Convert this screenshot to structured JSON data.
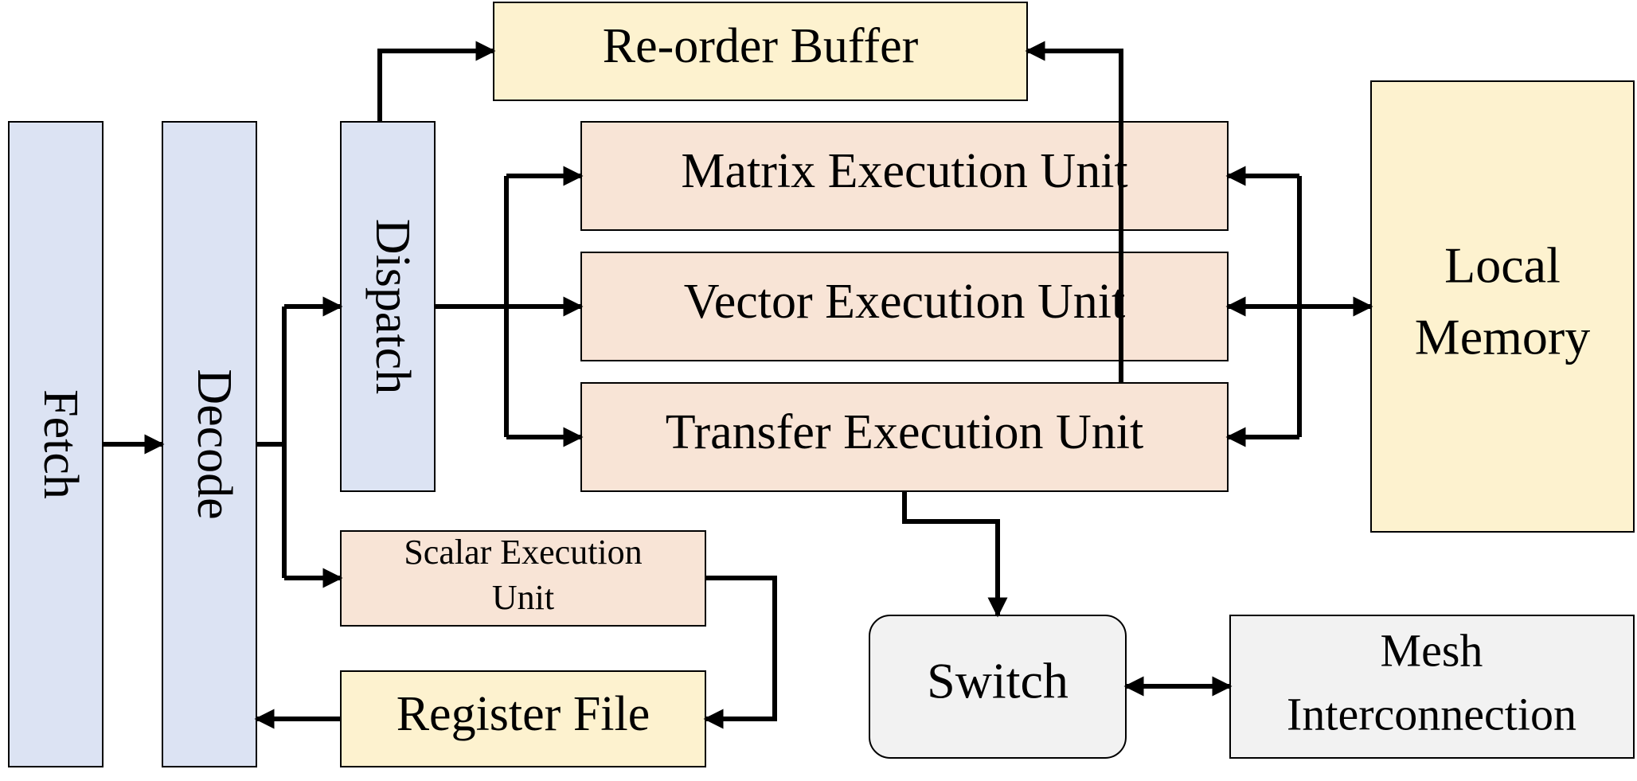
{
  "colors": {
    "pipeline_blue": "#dce3f3",
    "execution_peach": "#f8e4d6",
    "storage_yellow": "#fdf2cf",
    "network_gray": "#f2f2f2",
    "outline": "#000000",
    "arrow": "#000000"
  },
  "blocks": {
    "fetch": "Fetch",
    "decode": "Decode",
    "dispatch": "Dispatch",
    "reorder_buffer": "Re-order Buffer",
    "matrix_unit": "Matrix Execution Unit",
    "vector_unit": "Vector Execution Unit",
    "transfer_unit": "Transfer Execution Unit",
    "scalar_unit_line1": "Scalar Execution",
    "scalar_unit_line2": "Unit",
    "register_file": "Register File",
    "local_memory_line1": "Local",
    "local_memory_line2": "Memory",
    "switch": "Switch",
    "mesh_line1": "Mesh",
    "mesh_line2": "Interconnection"
  }
}
